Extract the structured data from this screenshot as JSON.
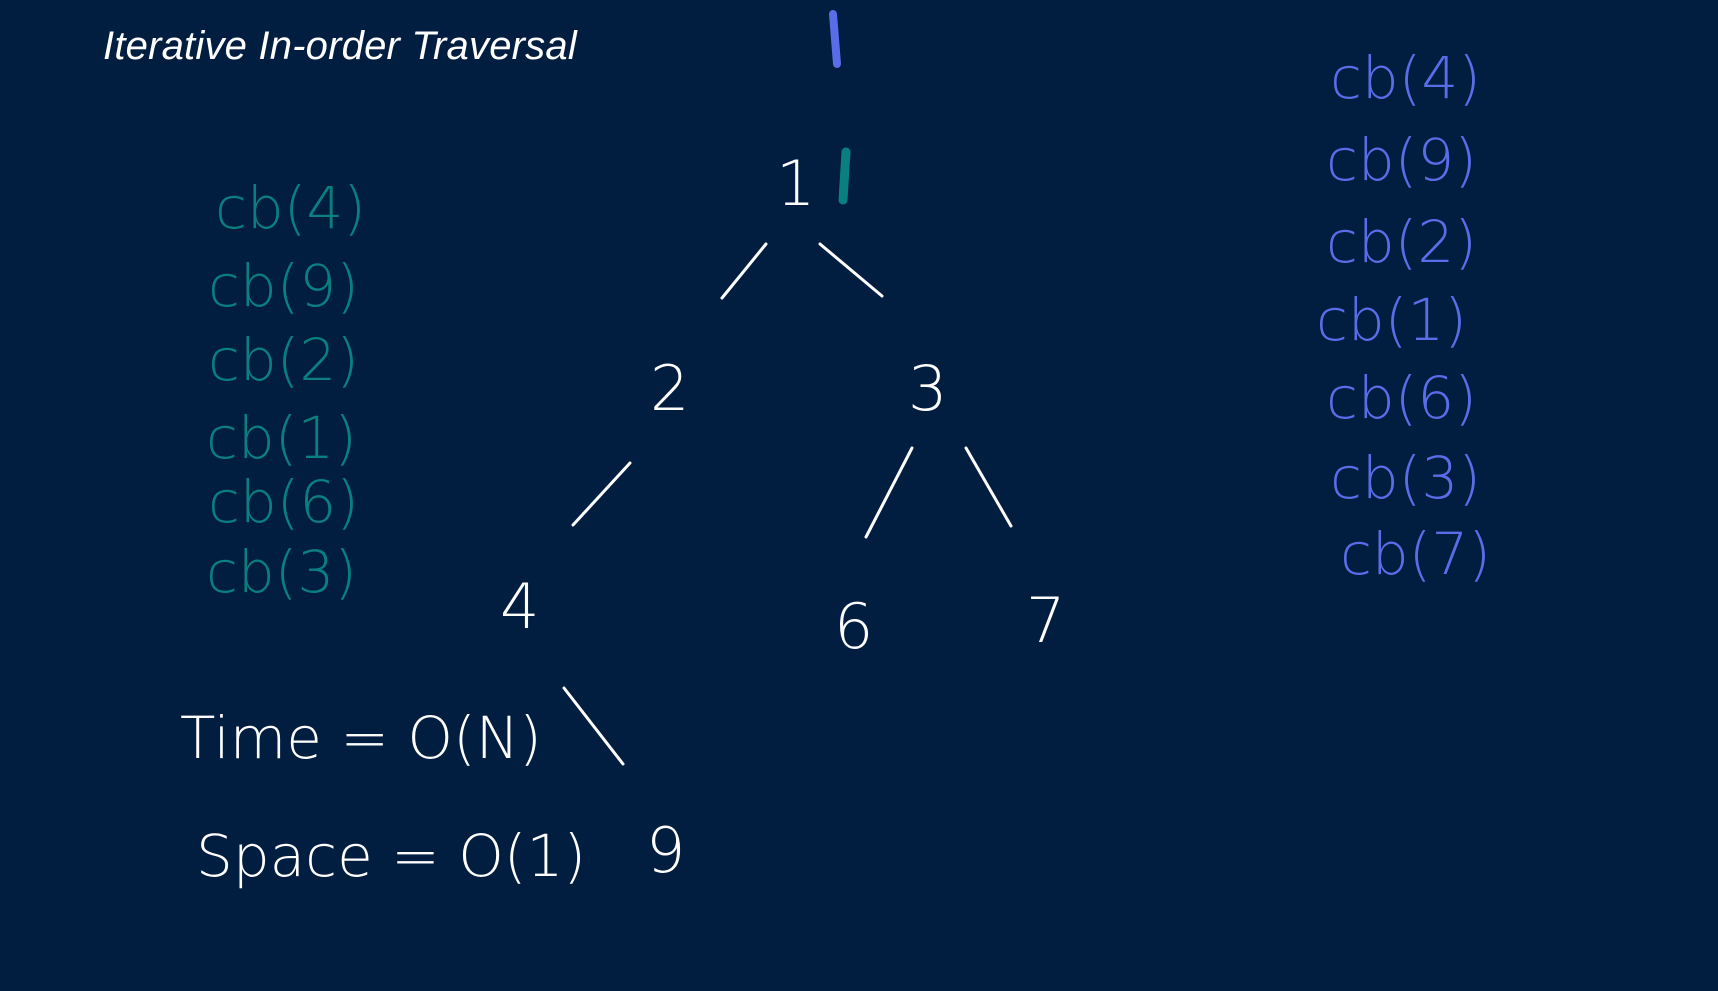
{
  "title": "Iterative In-order Traversal",
  "colors": {
    "background": "#011d3f",
    "ink": "#ffffff",
    "teal": "#0a7f80",
    "blue": "#5a6de8"
  },
  "tree": {
    "nodes": [
      {
        "id": "n1",
        "label": "1"
      },
      {
        "id": "n2",
        "label": "2"
      },
      {
        "id": "n3",
        "label": "3"
      },
      {
        "id": "n4",
        "label": "4"
      },
      {
        "id": "n6",
        "label": "6"
      },
      {
        "id": "n7",
        "label": "7"
      },
      {
        "id": "n9",
        "label": "9"
      }
    ],
    "edges": [
      {
        "from": "n1",
        "to": "n2"
      },
      {
        "from": "n1",
        "to": "n3"
      },
      {
        "from": "n2",
        "to": "n4"
      },
      {
        "from": "n3",
        "to": "n6"
      },
      {
        "from": "n3",
        "to": "n7"
      },
      {
        "from": "n4",
        "to": "n9"
      }
    ]
  },
  "teal_calls": [
    "cb(4)",
    "cb(9)",
    "cb(2)",
    "cb(1)",
    "cb(6)",
    "cb(3)"
  ],
  "blue_calls": [
    "cb(4)",
    "cb(9)",
    "cb(2)",
    "cb(1)",
    "cb(6)",
    "cb(3)",
    "cb(7)"
  ],
  "complexity": {
    "time": "Time = O(N)",
    "space": "Space = O(1)"
  }
}
